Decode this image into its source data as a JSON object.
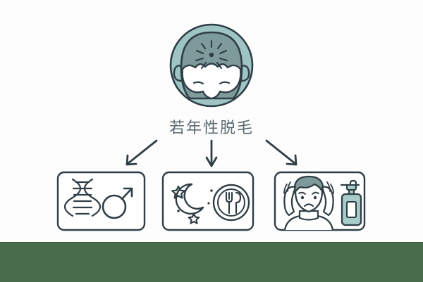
{
  "page": {
    "background_color": "#fdfdfd",
    "footer_band_color": "#476b4b",
    "outline_color": "#2f3e46",
    "teal_light": "#9ec5c3",
    "teal_mid": "#a8ccca",
    "teal_dark": "#7f9a9b",
    "text_color": "#5a6a72"
  },
  "hero": {
    "icon_name": "balding-head-icon",
    "circle_fill": "#9ec5c3",
    "scalp_fill": "#7f9a9b",
    "hair_fill": "#ffffff",
    "sparkle_name": "scalp-sparkle-icon"
  },
  "title": {
    "label": "若年性脱毛"
  },
  "arrows": [
    {
      "name": "arrow-to-genetics",
      "direction": "down-left"
    },
    {
      "name": "arrow-to-lifestyle",
      "direction": "down"
    },
    {
      "name": "arrow-to-stress-care",
      "direction": "down-right"
    }
  ],
  "cause_boxes": [
    {
      "name": "cause-box-genetics",
      "icons": [
        {
          "name": "dna-helix-icon"
        },
        {
          "name": "male-gender-icon"
        }
      ]
    },
    {
      "name": "cause-box-lifestyle",
      "icons": [
        {
          "name": "crescent-moon-icon"
        },
        {
          "name": "star-icon"
        },
        {
          "name": "plate-fork-knife-icon"
        }
      ]
    },
    {
      "name": "cause-box-stress-care",
      "icons": [
        {
          "name": "stressed-person-icon"
        },
        {
          "name": "shampoo-pump-bottle-icon"
        }
      ]
    }
  ]
}
